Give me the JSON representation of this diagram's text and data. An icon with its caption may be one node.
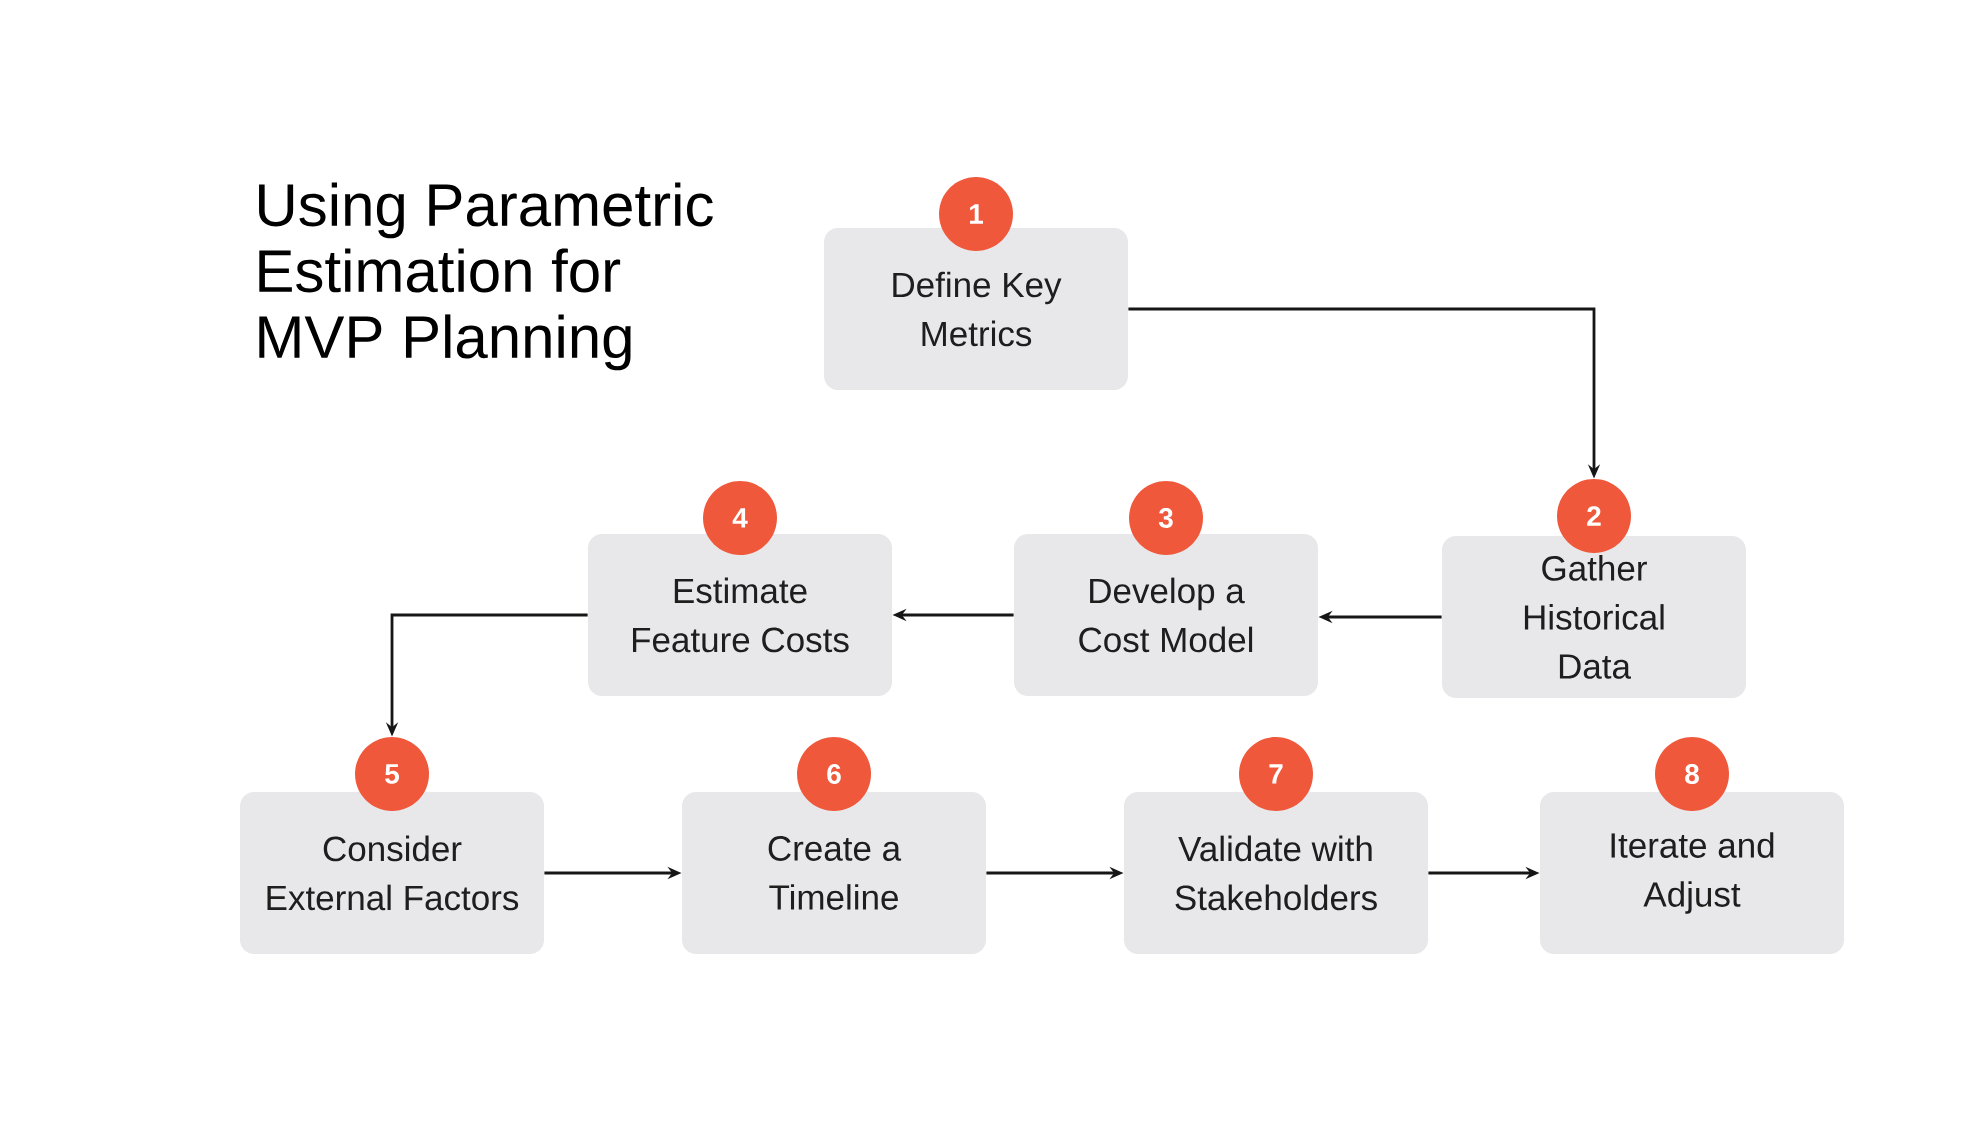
{
  "diagram": {
    "title": "Using Parametric Estimation for MVP Planning",
    "nodes": [
      {
        "text": [
          "1"
        ]
      },
      {
        "text": [
          "Define Key Metrics"
        ]
      },
      {
        "text": [
          "2"
        ]
      },
      {
        "text": [
          "Gather Historical Data"
        ]
      },
      {
        "text": [
          "3"
        ]
      },
      {
        "text": [
          "Develop a Cost Model"
        ]
      },
      {
        "text": [
          "4"
        ]
      },
      {
        "text": [
          "Estimate Feature Costs"
        ]
      },
      {
        "text": [
          "5"
        ]
      },
      {
        "text": [
          "Consider External Factors"
        ]
      },
      {
        "text": [
          "6"
        ]
      },
      {
        "text": [
          "Create a Timeline"
        ]
      },
      {
        "text": [
          "7"
        ]
      },
      {
        "text": [
          "Validate with Stakeholders"
        ]
      },
      {
        "text": [
          "8"
        ]
      },
      {
        "text": [
          "Iterate and Adjust"
        ]
      }
    ],
    "edges": [
      {
        "from": 1,
        "to": 2,
        "arrow": "to"
      },
      {
        "from": 3,
        "to": 5,
        "arrow": "to"
      },
      {
        "from": 5,
        "to": 7,
        "arrow": "to"
      },
      {
        "from": 7,
        "to": 8,
        "arrow": "to"
      },
      {
        "from": 9,
        "to": 11,
        "arrow": "to"
      },
      {
        "from": 11,
        "to": 13,
        "arrow": "to"
      },
      {
        "from": 13,
        "to": 15,
        "arrow": "to"
      }
    ]
  }
}
